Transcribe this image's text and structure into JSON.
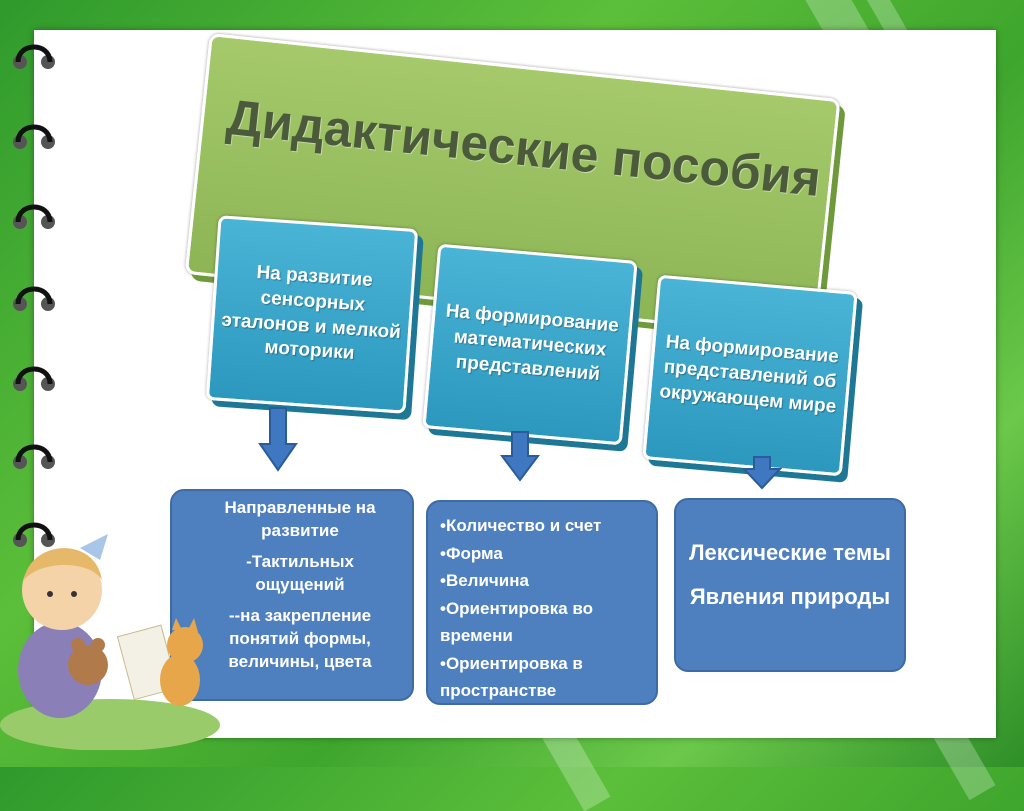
{
  "title": "Дидактические пособия",
  "categories": [
    {
      "label": "На развитие сенсорных эталонов и мелкой моторики"
    },
    {
      "label": "На формирование математических представлений"
    },
    {
      "label": "На формирование представлений об окружающем мире"
    }
  ],
  "details": {
    "left": {
      "heading": "Направленные на развитие",
      "line1": "-Тактильных ощущений",
      "line2": "--на закрепление понятий формы, величины, цвета"
    },
    "middle": {
      "items": [
        "•Количество и счет",
        "•Форма",
        "•Величина",
        "•Ориентировка во времени",
        "•Ориентировка в пространстве"
      ]
    },
    "right": {
      "line1": "Лексические темы",
      "line2": "Явления природы"
    }
  },
  "colors": {
    "title_box": "#97bf5e",
    "category_box": "#3aa7cc",
    "detail_box": "#4e7fbf",
    "background": "#4cb334"
  },
  "icons": [
    "spiral-ring-icon",
    "down-arrow-icon",
    "child-with-teddy-bear-illustration"
  ]
}
